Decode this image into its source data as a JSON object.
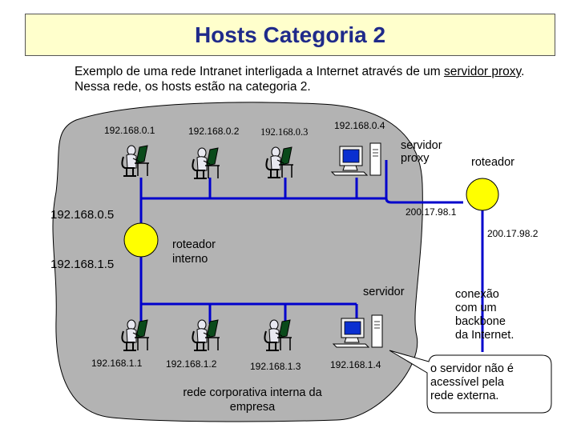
{
  "title": "Hosts Categoria 2",
  "intro": {
    "line1_before": "Exemplo de uma rede Intranet interligada a Internet através de um ",
    "line1_link": "servidor proxy",
    "line1_after": ".",
    "line2": "Nessa rede, os hosts estão na categoria 2."
  },
  "top_hosts": [
    "192.168.0.1",
    "192.168.0.2",
    "192.168.0.3",
    "192.168.0.4"
  ],
  "bottom_hosts": [
    "192.168.1.1",
    "192.168.1.2",
    "192.168.1.3",
    "192.168.1.4"
  ],
  "internal_router": {
    "ip_top": "192.168.0.5",
    "ip_bottom": "192.168.1.5",
    "label_line1": "roteador",
    "label_line2": "interno"
  },
  "proxy": {
    "label_line1": "servidor",
    "label_line2": "proxy",
    "ip_outside": "200.17.98.1"
  },
  "external_router": {
    "label": "roteador",
    "ip": "200.17.98.2"
  },
  "server": {
    "label": "servidor"
  },
  "backbone": {
    "line1": "conexão",
    "line2": "com um",
    "line3": "backbone",
    "line4": "da Internet."
  },
  "network_name": {
    "line1": "rede corporativa interna da",
    "line2": "empresa"
  },
  "callout": {
    "line1": "o servidor não é",
    "line2": "acessível pela",
    "line3": "rede externa."
  },
  "colors": {
    "title_bg": "#ffffcc",
    "title_text": "#1f2a8a",
    "network_fill": "#b3b3b3",
    "cable": "#0000cc",
    "router": "#ffff00"
  }
}
